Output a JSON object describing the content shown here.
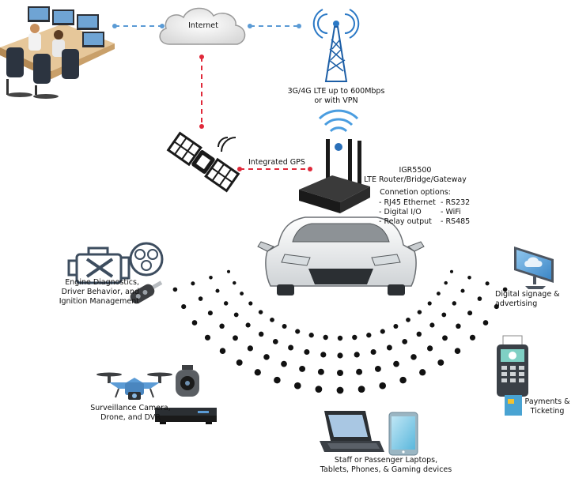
{
  "cloud": {
    "label": "Internet"
  },
  "tower": {
    "line1": "3G/4G LTE up to 600Mbps",
    "line2": "or with VPN"
  },
  "gps": {
    "label": "Integrated GPS"
  },
  "router": {
    "model": "IGR5500",
    "subtitle": "LTE Router/Bridge/Gateway",
    "options_title": "Connetion options:",
    "options_left": [
      "- RJ45 Ethernet",
      "- Digital I/O",
      "- Relay output"
    ],
    "options_right": [
      "- RS232",
      "- WiFi",
      "- RS485"
    ]
  },
  "engine": {
    "line1": "Engine Diagnostics,",
    "line2": "Driver Behavior, and",
    "line3": "Ignition Management"
  },
  "signage": {
    "line1": "Digital signage &",
    "line2": "advertising"
  },
  "payments": {
    "line1": "Payments &",
    "line2": "Ticketing"
  },
  "surveillance": {
    "line1": "Surveillance Camera,",
    "line2": "Drone, and DVR"
  },
  "devices": {
    "line1": "Staff or Passenger Laptops,",
    "line2": "Tablets, Phones, & Gaming devices"
  },
  "colors": {
    "link_blue": "#5b9bd5",
    "link_red": "#e0293a",
    "dark": "#1a1a1a",
    "wifi_blue": "#4a9de0"
  },
  "icons": [
    "office-workers-icon",
    "cloud-icon",
    "cell-tower-icon",
    "satellite-icon",
    "router-icon",
    "car-icon",
    "engine-icon",
    "gauge-icon",
    "key-fob-icon",
    "monitor-icon",
    "payment-terminal-icon",
    "drone-icon",
    "camera-icon",
    "dvr-icon",
    "laptop-icon",
    "tablet-icon"
  ]
}
